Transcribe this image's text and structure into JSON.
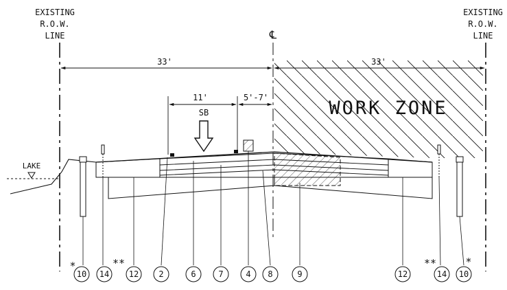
{
  "row_label_left": [
    "EXISTING",
    "R.O.W.",
    "LINE"
  ],
  "row_label_right": [
    "EXISTING",
    "R.O.W.",
    "LINE"
  ],
  "centerline_symbol": "℄",
  "dim_left_width": "33'",
  "dim_right_width": "33'",
  "dim_lane_width": "11'",
  "dim_shoulder_width": "5'-7'",
  "direction_label": "SB",
  "work_zone_label": "WORK ZONE",
  "lake_label": "LAKE",
  "footnote_single": "*",
  "footnote_double": "**",
  "callouts": [
    "10",
    "14",
    "12",
    "2",
    "6",
    "7",
    "4",
    "8",
    "9",
    "12",
    "14",
    "10"
  ],
  "colors": {
    "ink": "#111111",
    "paper": "#ffffff"
  }
}
